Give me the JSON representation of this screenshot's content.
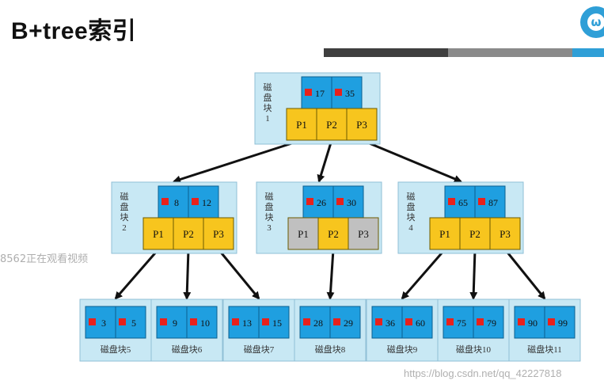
{
  "title": "B+tree索引",
  "colors": {
    "block_bg": "#c8e8f4",
    "key_cell": "#1f9fe0",
    "pointer_cell": "#f7c51e",
    "pointer_cell_unused": "#c0c0c0",
    "marker": "#e8211c",
    "arrow": "#111111",
    "accent": "#2f9fd7"
  },
  "logo_glyph": "ω",
  "nodes": [
    {
      "id": "block-1",
      "label": "磁盘块1",
      "keys": [
        "17",
        "35"
      ],
      "pointers": [
        "P1",
        "P2",
        "P3"
      ],
      "unused_pointers": [],
      "label_position": "left"
    },
    {
      "id": "block-2",
      "label": "磁盘块2",
      "keys": [
        "8",
        "12"
      ],
      "pointers": [
        "P1",
        "P2",
        "P3"
      ],
      "unused_pointers": [],
      "label_position": "left"
    },
    {
      "id": "block-3",
      "label": "磁盘块3",
      "keys": [
        "26",
        "30"
      ],
      "pointers": [
        "P1",
        "P2",
        "P3"
      ],
      "unused_pointers": [
        "P1",
        "P3"
      ],
      "label_position": "left"
    },
    {
      "id": "block-4",
      "label": "磁盘块4",
      "keys": [
        "65",
        "87"
      ],
      "pointers": [
        "P1",
        "P2",
        "P3"
      ],
      "unused_pointers": [],
      "label_position": "left"
    },
    {
      "id": "block-5",
      "label": "磁盘块5",
      "keys": [
        "3",
        "5"
      ],
      "pointers": [],
      "label_position": "bottom"
    },
    {
      "id": "block-6",
      "label": "磁盘块6",
      "keys": [
        "9",
        "10"
      ],
      "pointers": [],
      "label_position": "bottom"
    },
    {
      "id": "block-7",
      "label": "磁盘块7",
      "keys": [
        "13",
        "15"
      ],
      "pointers": [],
      "label_position": "bottom"
    },
    {
      "id": "block-8",
      "label": "磁盘块8",
      "keys": [
        "28",
        "29"
      ],
      "pointers": [],
      "label_position": "bottom"
    },
    {
      "id": "block-9",
      "label": "磁盘块9",
      "keys": [
        "36",
        "60"
      ],
      "pointers": [],
      "label_position": "bottom"
    },
    {
      "id": "block-10",
      "label": "磁盘块10",
      "keys": [
        "75",
        "79"
      ],
      "pointers": [],
      "label_position": "bottom"
    },
    {
      "id": "block-11",
      "label": "磁盘块11",
      "keys": [
        "90",
        "99"
      ],
      "pointers": [],
      "label_position": "bottom"
    }
  ],
  "edges": [
    {
      "from": "block-1",
      "pointer": "P1",
      "to": "block-2"
    },
    {
      "from": "block-1",
      "pointer": "P2",
      "to": "block-3"
    },
    {
      "from": "block-1",
      "pointer": "P3",
      "to": "block-4"
    },
    {
      "from": "block-2",
      "pointer": "P1",
      "to": "block-5"
    },
    {
      "from": "block-2",
      "pointer": "P2",
      "to": "block-6"
    },
    {
      "from": "block-2",
      "pointer": "P3",
      "to": "block-7"
    },
    {
      "from": "block-3",
      "pointer": "P2",
      "to": "block-8"
    },
    {
      "from": "block-4",
      "pointer": "P1",
      "to": "block-9"
    },
    {
      "from": "block-4",
      "pointer": "P2",
      "to": "block-10"
    },
    {
      "from": "block-4",
      "pointer": "P3",
      "to": "block-11"
    }
  ],
  "watermark_left": "8562正在观看视频",
  "watermark_right": "https://blog.csdn.net/qq_42227818"
}
